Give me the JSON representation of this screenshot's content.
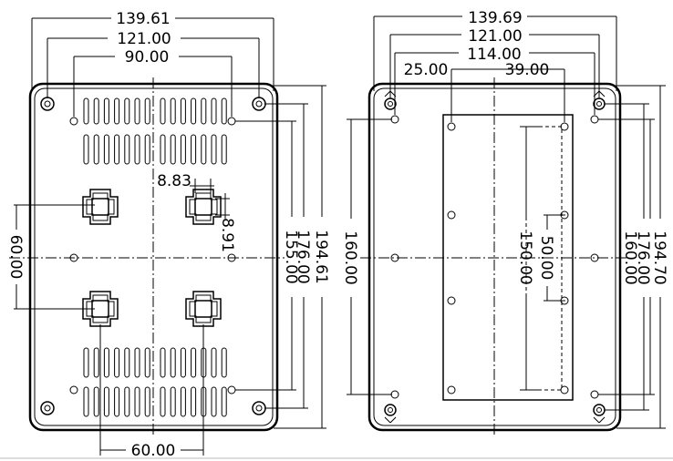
{
  "left_view": {
    "dimensions": {
      "overall_width": "139.61",
      "width_121": "121.00",
      "width_90": "90.00",
      "foot_offset": "8.83",
      "foot_offset_v": "8.91",
      "foot_spacing_h": "60.00",
      "foot_spacing_v": "60.00",
      "height_155": "155.00",
      "height_176": "176.00",
      "overall_height": "194.61"
    }
  },
  "right_view": {
    "dimensions": {
      "overall_width": "139.69",
      "width_121": "121.00",
      "width_114": "114.00",
      "offset_25": "25.00",
      "offset_39": "39.00",
      "height_160_left": "160.00",
      "height_150": "150.00",
      "height_50": "50.00",
      "height_160_right": "160.00",
      "height_176": "176.00",
      "overall_height": "194.70"
    }
  }
}
